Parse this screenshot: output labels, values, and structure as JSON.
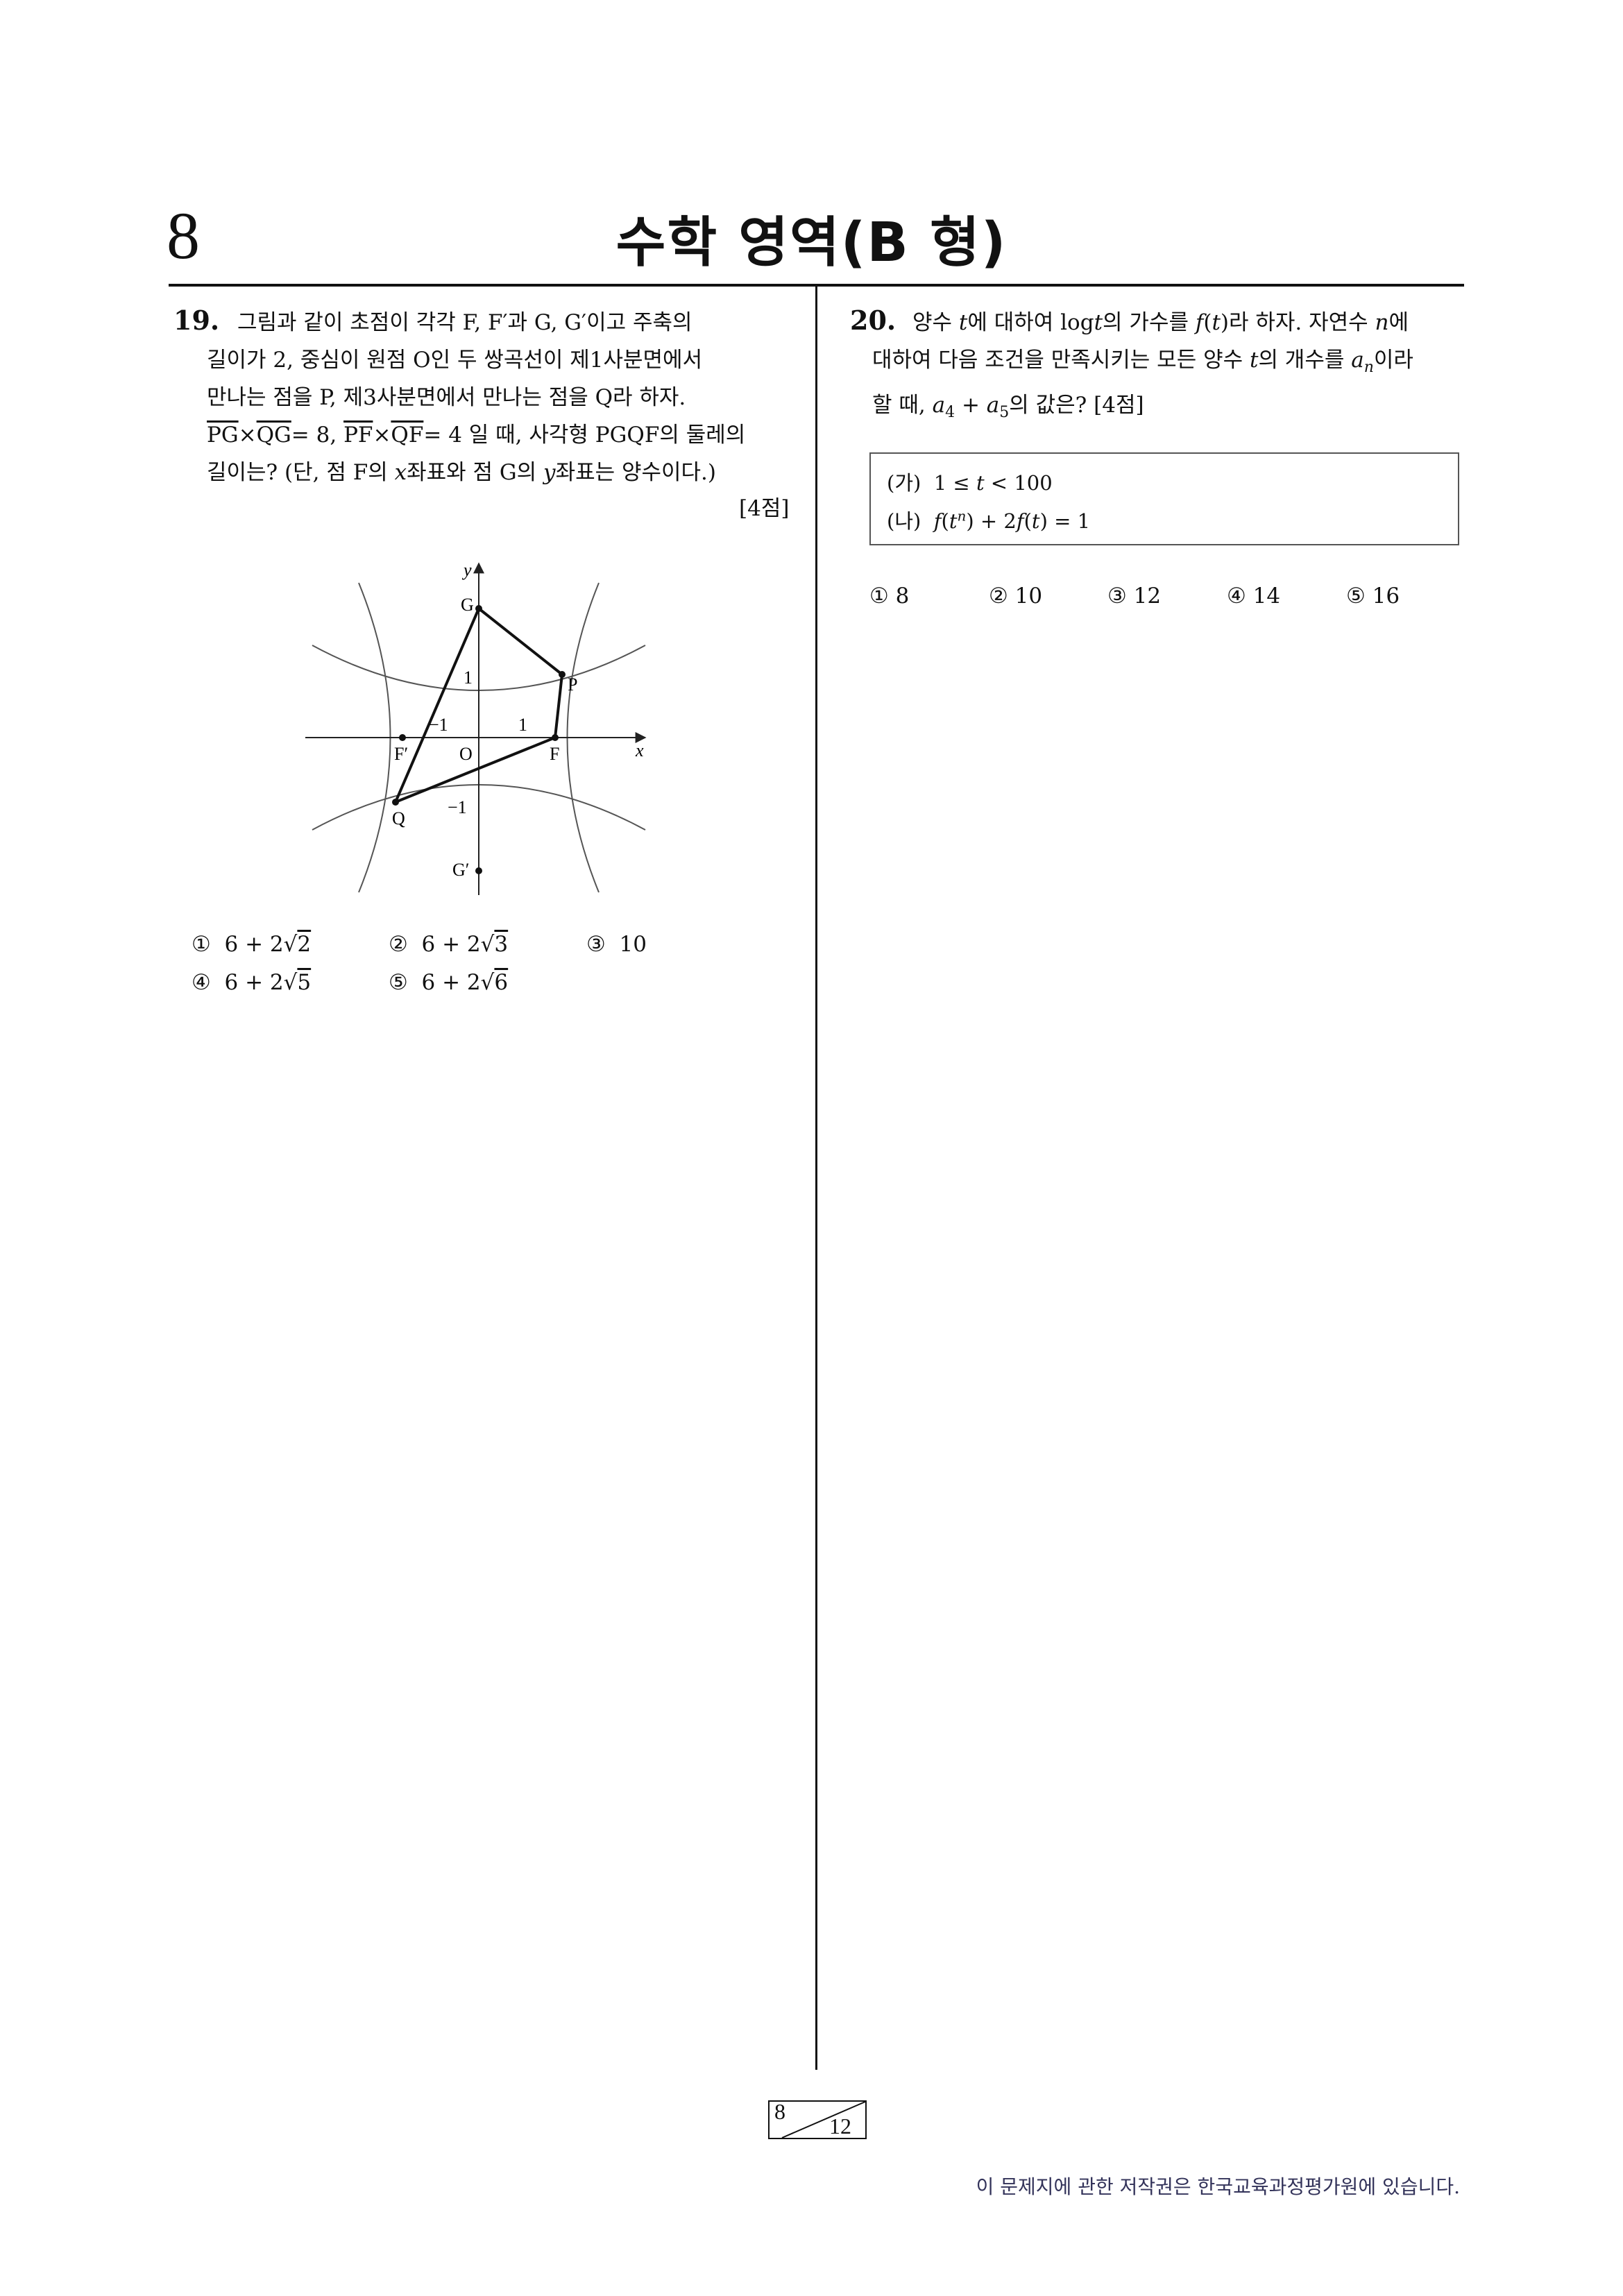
{
  "header": {
    "page_number": "8",
    "subject": "수학 영역(B 형)"
  },
  "q19": {
    "number": "19.",
    "line1": "그림과 같이 초점이 각각 F, F′과 G, G′이고 주축의",
    "line2": "길이가 2, 중심이 원점 O인 두 쌍곡선이 제1사분면에서",
    "line3": "만나는 점을 P, 제3사분면에서 만나는 점을 Q라 하자.",
    "line4": {
      "pg": "PG",
      "times1": "×",
      "qg": "QG",
      "eq1": "= 8, ",
      "pf": "PF",
      "times2": "×",
      "qf": "QF",
      "eq2": "= 4 일 때, 사각형 PGQF의 둘레의"
    },
    "line5": {
      "pre": "길이는? (단, 점 F의 ",
      "x": "x",
      "mid": "좌표와 점 G의 ",
      "y": "y",
      "post": "좌표는 양수이다.)"
    },
    "points": "[4점]",
    "figure": {
      "x_label": "x",
      "y_label": "y",
      "origin_label": "O",
      "tick_pos": "1",
      "tick_neg": "−1",
      "y_tick_pos": "1",
      "y_tick_neg": "−1",
      "point_labels": {
        "G": "G",
        "G_prime": "G′",
        "P": "P",
        "Q": "Q",
        "F": "F",
        "F_prime": "F′"
      }
    },
    "choices": [
      {
        "mark": "①",
        "text": "6 + 2",
        "root": "2"
      },
      {
        "mark": "②",
        "text": "6 + 2",
        "root": "3"
      },
      {
        "mark": "③",
        "text": "10",
        "root": ""
      },
      {
        "mark": "④",
        "text": "6 + 2",
        "root": "5"
      },
      {
        "mark": "⑤",
        "text": "6 + 2",
        "root": "6"
      }
    ]
  },
  "q20": {
    "number": "20.",
    "line1": {
      "a": "양수 ",
      "t": "t",
      "b": "에 대하여 log",
      "t2": "t",
      "c": "의 가수를 ",
      "f": "f",
      "d": "(",
      "t3": "t",
      "e": ")라 하자. 자연수 ",
      "n": "n",
      "g": "에"
    },
    "line2": {
      "a": "대하여 다음 조건을 만족시키는 모든 양수 ",
      "t": "t",
      "b": "의 개수를 ",
      "a_n": "a",
      "n_sub": "n",
      "c": "이라"
    },
    "line3": {
      "a": "할 때, ",
      "a4": "a",
      "sub4": "4",
      "plus": " + ",
      "a5": "a",
      "sub5": "5",
      "b": "의 값은? [4점]"
    },
    "conditions": {
      "ga_label": "(가)",
      "ga_pre": "1 ≤ ",
      "ga_t": "t",
      "ga_post": " < 100",
      "na_label": "(나)",
      "na_f1": "f",
      "na_a": "(",
      "na_t1": "t",
      "na_n": "n",
      "na_b": ") + 2",
      "na_f2": "f",
      "na_c": "(",
      "na_t2": "t",
      "na_d": ") = 1"
    },
    "choices": [
      {
        "mark": "①",
        "text": "8"
      },
      {
        "mark": "②",
        "text": "10"
      },
      {
        "mark": "③",
        "text": "12"
      },
      {
        "mark": "④",
        "text": "14"
      },
      {
        "mark": "⑤",
        "text": "16"
      }
    ]
  },
  "footer": {
    "page_current": "8",
    "page_total": "12",
    "copyright": "이 문제지에 관한 저작권은 한국교육과정평가원에 있습니다."
  }
}
